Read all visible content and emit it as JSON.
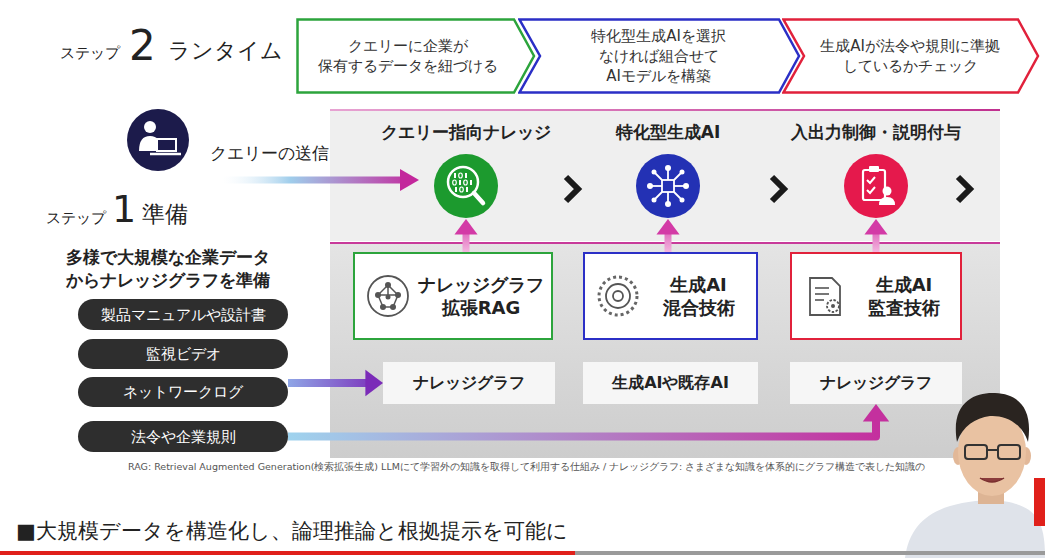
{
  "diagram": {
    "caption": "■大規模データを構造化し、論理推論と根拠提示を可能に",
    "nodes": [
      {
        "text": [
          "クエリーに企業が 保有するデータを紐づける"
        ]
      },
      {
        "text": [
          "特化型生成AIを選択 なければ組合せて AIモデルを構築"
        ]
      },
      {
        "text": [
          "生成AIが法令や規則に準拠 しているかチェック"
        ]
      },
      {
        "text": [
          "製品マニュアルや設計書"
        ]
      },
      {
        "text": [
          "監視ビデオ"
        ]
      },
      {
        "text": [
          "ネットワークログ"
        ]
      },
      {
        "text": [
          "法令や企業規則"
        ]
      },
      {
        "text": [
          "クエリー指向ナレッジ"
        ]
      },
      {
        "text": [
          "特化型生成AI"
        ]
      },
      {
        "text": [
          "入出力制御・説明付与"
        ]
      },
      {
        "text": [
          "ナレッジグラフ 拡張RAG"
        ]
      },
      {
        "text": [
          "生成AI 混合技術"
        ]
      },
      {
        "text": [
          "生成AI 監査技術"
        ]
      },
      {
        "text": [
          "ナレッジグラフ"
        ]
      },
      {
        "text": [
          "生成AIや既存AI"
        ]
      },
      {
        "text": [
          "ナレッジグラフ"
        ]
      }
    ],
    "edges": [
      {
        "from": 5,
        "to": 13,
        "arrow": "to"
      },
      {
        "from": 6,
        "to": 15,
        "arrow": "to"
      },
      {
        "from": 10,
        "to": 7,
        "arrow": "to"
      },
      {
        "from": 11,
        "to": 8,
        "arrow": "to"
      },
      {
        "from": 12,
        "to": 9,
        "arrow": "to"
      }
    ],
    "labels": [
      "ステップ",
      "2",
      "ランタイム",
      "クエリーの送信",
      "ステップ",
      "1",
      "準備",
      "多様で大規模な企業データ からナレッジグラフを準備",
      "RAG: Retrieval Augmented Generation(検索拡張生成) LLMにて学習外の知識を取得して利用する仕組み / ナレッジグラフ: さまざまな知識を体系的にグラフ構造で表した知識の"
    ]
  }
}
